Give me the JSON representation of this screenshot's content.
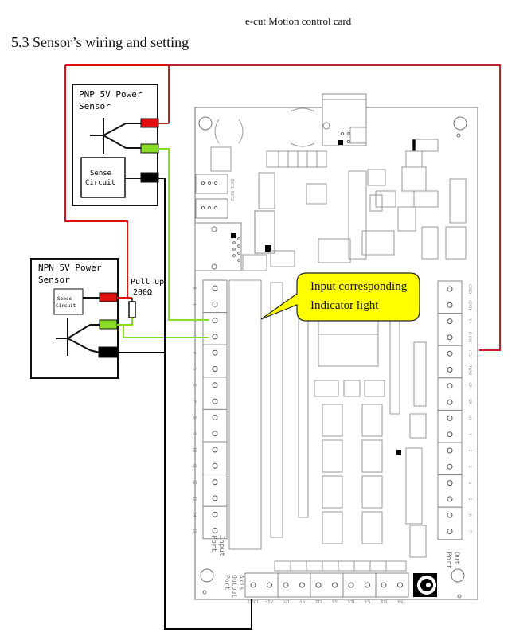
{
  "document": {
    "running_header": "e-cut    Motion control card",
    "section_title": "5.3 Sensor’s wiring and setting"
  },
  "pnp_sensor": {
    "title_line1": "PNP 5V Power",
    "title_line2": "Sensor",
    "sense_line1": "Sense",
    "sense_line2": "Circuit"
  },
  "npn_sensor": {
    "title_line1": "NPN 5V Power",
    "title_line2": "Sensor",
    "sense_line1": "Sense",
    "sense_line2": "Circuit"
  },
  "pullup": {
    "label_line1": "Pull up",
    "label_line2": "200Ω"
  },
  "callout": {
    "line1": "Input corresponding",
    "line2": "Indicator light",
    "fill": "#ffff00"
  },
  "input_port": {
    "label_line1": "Input",
    "label_line2": "Port",
    "pins": [
      "0",
      "1",
      "2",
      "3",
      "4",
      "5",
      "6",
      "7",
      "8",
      "9",
      "10",
      "11",
      "12",
      "13",
      "14",
      "15"
    ]
  },
  "output_port": {
    "label_line1": "Out",
    "label_line2": "Port",
    "pins": [
      "GND",
      "GND",
      "V+",
      "0-10V",
      "+5V",
      "PWM",
      "SP+",
      "SP-",
      "0",
      "1",
      "2",
      "3",
      "4",
      "5",
      "6",
      "7"
    ]
  },
  "axis_port": {
    "label_line1": "Axis",
    "label_line2": "Output",
    "label_line3": "Port",
    "pins": [
      "GND",
      "+5V",
      "AD",
      "AS",
      "ZD",
      "ZS",
      "YD",
      "YS",
      "XD",
      "XS"
    ]
  },
  "ext_connector_label": "EXT1 EXT2",
  "wire_colors": {
    "power": "#e01010",
    "signal": "#88dd22",
    "ground": "#000000",
    "board_red_wire": "#c0202a"
  }
}
